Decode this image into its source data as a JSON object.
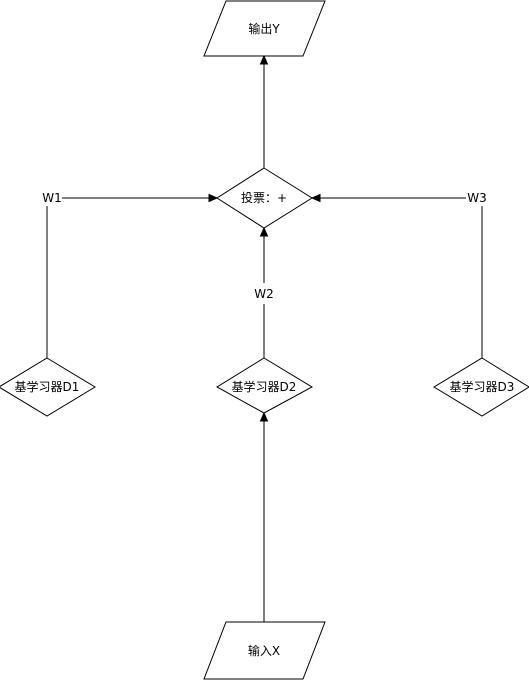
{
  "nodes": {
    "output": {
      "label": "输出Y",
      "shape": "parallelogram"
    },
    "vote": {
      "label": "投票：+",
      "shape": "diamond"
    },
    "learner1": {
      "label": "基学习器D1",
      "shape": "diamond"
    },
    "learner2": {
      "label": "基学习器D2",
      "shape": "diamond"
    },
    "learner3": {
      "label": "基学习器D3",
      "shape": "diamond"
    },
    "input": {
      "label": "输入X",
      "shape": "parallelogram"
    }
  },
  "edges": {
    "w1": {
      "label": "W1",
      "from": "learner1",
      "to": "vote"
    },
    "w2": {
      "label": "W2",
      "from": "learner2",
      "to": "vote"
    },
    "w3": {
      "label": "W3",
      "from": "learner3",
      "to": "vote"
    },
    "vote_to_output": {
      "label": "",
      "from": "vote",
      "to": "output"
    },
    "input_to_learner2": {
      "label": "",
      "from": "input",
      "to": "learner2"
    }
  },
  "colors": {
    "stroke": "#000000",
    "fill": "#ffffff",
    "background": "#ffffff"
  }
}
